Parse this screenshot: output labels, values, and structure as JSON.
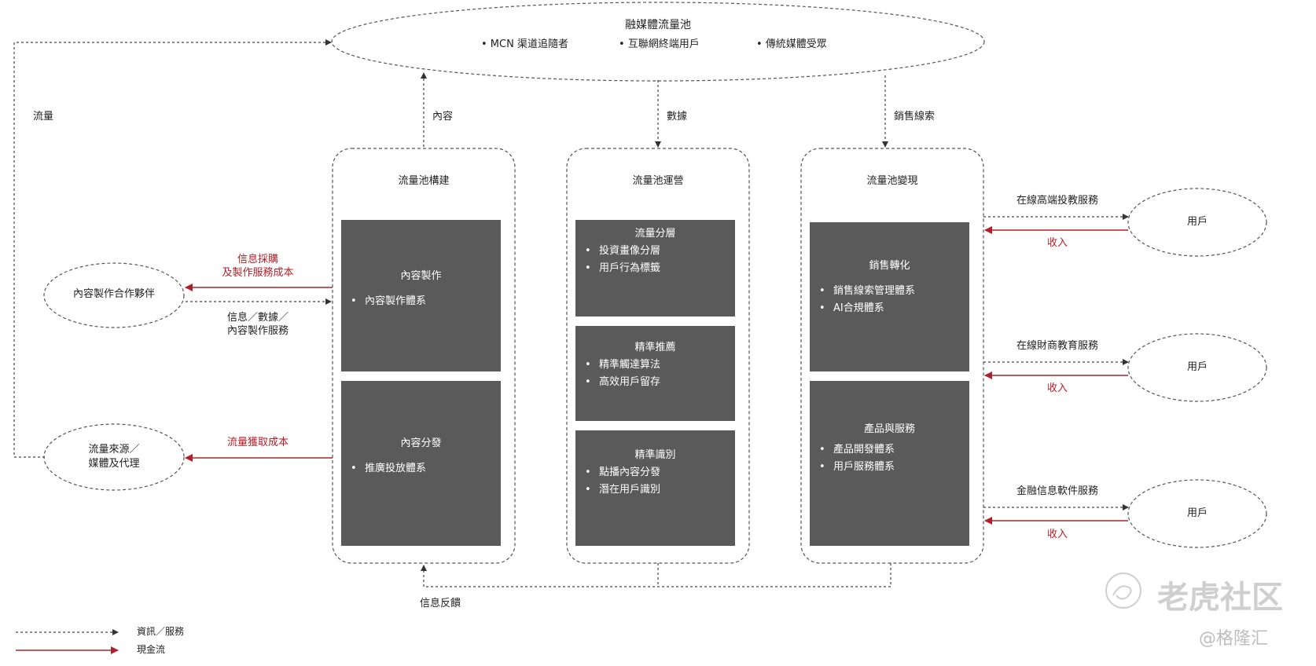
{
  "pool": {
    "title": "融媒體流量池",
    "items": [
      "• MCN 渠道追隨者",
      "• 互聯網終端用戶",
      "• 傳統媒體受眾"
    ]
  },
  "flow_labels": {
    "traffic": "流量",
    "content": "內容",
    "data": "數據",
    "sales_leads": "銷售線索",
    "feedback": "信息反饋"
  },
  "left_nodes": {
    "partner": "內容製作合作夥伴",
    "source_line1": "流量來源／",
    "source_line2": "媒體及代理"
  },
  "left_edges": {
    "cost_line1": "信息採購",
    "cost_line2": "及製作服務成本",
    "service_line1": "信息／數據／",
    "service_line2": "內容製作服務",
    "acquire_cost": "流量獲取成本"
  },
  "columns": [
    {
      "title": "流量池構建",
      "boxes": [
        {
          "title": "內容製作",
          "items": [
            "內容製作體系"
          ]
        },
        {
          "title": "內容分發",
          "items": [
            "推廣投放體系"
          ]
        }
      ]
    },
    {
      "title": "流量池運營",
      "boxes": [
        {
          "title": "流量分層",
          "items": [
            "投資畫像分層",
            "用戶行為標籤"
          ]
        },
        {
          "title": "精準推薦",
          "items": [
            "精準觸達算法",
            "高效用戶留存"
          ]
        },
        {
          "title": "精準識別",
          "items": [
            "點播內容分發",
            "潛在用戶識別"
          ]
        }
      ]
    },
    {
      "title": "流量池變現",
      "boxes": [
        {
          "title": "銷售轉化",
          "items": [
            "銷售線索管理體系",
            "AI合規體系"
          ]
        },
        {
          "title": "產品與服務",
          "items": [
            "產品開發體系",
            "用戶服務體系"
          ]
        }
      ]
    }
  ],
  "right_services": [
    {
      "service": "在線高端投教服務",
      "user": "用戶",
      "revenue": "收入"
    },
    {
      "service": "在線財商教育服務",
      "user": "用戶",
      "revenue": "收入"
    },
    {
      "service": "金融信息軟件服務",
      "user": "用戶",
      "revenue": "收入"
    }
  ],
  "legend": {
    "dashed": "資訊／服務",
    "solid": "現金流"
  },
  "colors": {
    "box_fill": "#5a5a5a",
    "cash_flow": "#b0202a",
    "info_flow": "#444444"
  },
  "watermark": {
    "brand": "老虎社区",
    "handle": "@格隆汇"
  }
}
